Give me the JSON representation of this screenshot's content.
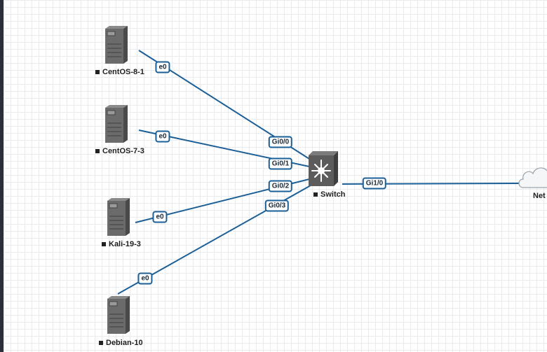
{
  "nodes": {
    "centos8": {
      "label": "CentOS-8-1",
      "icon": "server-icon"
    },
    "centos7": {
      "label": "CentOS-7-3",
      "icon": "server-icon"
    },
    "kali": {
      "label": "Kali-19-3",
      "icon": "server-icon"
    },
    "debian": {
      "label": "Debian-10",
      "icon": "server-icon"
    },
    "switch": {
      "label": "Switch",
      "icon": "layer3-switch-icon"
    },
    "net": {
      "label": "Net",
      "icon": "cloud-icon"
    }
  },
  "ports": {
    "centos8_e0": "e0",
    "centos7_e0": "e0",
    "kali_e0": "e0",
    "debian_e0": "e0",
    "switch_gi00": "Gi0/0",
    "switch_gi01": "Gi0/1",
    "switch_gi02": "Gi0/2",
    "switch_gi03": "Gi0/3",
    "switch_gi10": "Gi1/0"
  },
  "colors": {
    "link": "#1b5f96",
    "sidebar": "#2b3038",
    "grid": "#e9ebee"
  }
}
